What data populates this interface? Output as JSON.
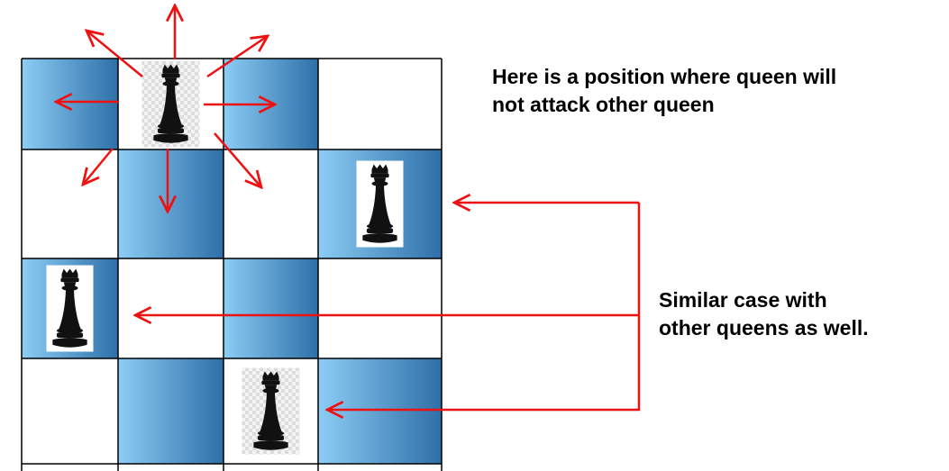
{
  "board": {
    "size": 4,
    "blue_cells": [
      [
        0,
        0
      ],
      [
        0,
        2
      ],
      [
        1,
        1
      ],
      [
        1,
        3
      ],
      [
        2,
        0
      ],
      [
        2,
        2
      ],
      [
        3,
        1
      ],
      [
        3,
        3
      ]
    ],
    "queens": [
      [
        0,
        1
      ],
      [
        1,
        3
      ],
      [
        2,
        0
      ],
      [
        3,
        2
      ]
    ],
    "highlighted_queen": [
      0,
      1
    ]
  },
  "colors": {
    "blue_light": "#8ccdf5",
    "blue_dark": "#2e6fa8",
    "arrow": "#ee1111",
    "piece": "#111111",
    "grid": "#000000",
    "checker_light": "#f4f4f4",
    "checker_dark": "#dcdcdc"
  },
  "icons": {
    "piece": "chess-queen-icon"
  },
  "texts": {
    "top_line1": "Here is a position where queen will",
    "top_line2": "not attack other queen",
    "side_line1": "Similar case with",
    "side_line2": "other queens as well."
  }
}
